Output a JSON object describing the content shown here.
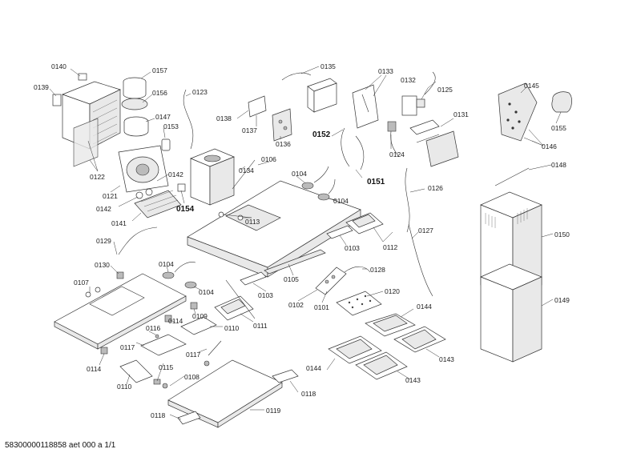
{
  "footer": "58300000118858 aet 000 a 1/1",
  "labels": {
    "l0140": "0140",
    "l0139": "0139",
    "l0157": "0157",
    "l0156": "0156",
    "l0147": "0147",
    "l0153": "0153",
    "l0123": "0123",
    "l0122": "0122",
    "l0121": "0121",
    "l0142a": "0142",
    "l0142b": "0142",
    "l0141": "0141",
    "l0154": "0154",
    "l0138": "0138",
    "l0137": "0137",
    "l0136": "0136",
    "l0135": "0135",
    "l0133": "0133",
    "l0132": "0132",
    "l0125": "0125",
    "l0131": "0131",
    "l0152": "0152",
    "l0124": "0124",
    "l0151": "0151",
    "l0134": "0134",
    "l0106": "0106",
    "l0104a": "0104",
    "l0104b": "0104",
    "l0113": "0113",
    "l0126": "0126",
    "l0112": "0112",
    "l0127": "0127",
    "l0103a": "0103",
    "l0103b": "0103",
    "l0128": "0128",
    "l0129": "0129",
    "l0130": "0130",
    "l0104c": "0104",
    "l0104d": "0104",
    "l0105": "0105",
    "l0102": "0102",
    "l0101": "0101",
    "l0107": "0107",
    "l0109": "0109",
    "l0111": "0111",
    "l0114a": "0114",
    "l0114b": "0114",
    "l0116": "0116",
    "l0117a": "0117",
    "l0117b": "0117",
    "l0110a": "0110",
    "l0110b": "0110",
    "l0115": "0115",
    "l0108": "0108",
    "l0118a": "0118",
    "l0118b": "0118",
    "l0119": "0119",
    "l0120": "0120",
    "l0144a": "0144",
    "l0144b": "0144",
    "l0143a": "0143",
    "l0143b": "0143",
    "l0145": "0145",
    "l0155": "0155",
    "l0146": "0146",
    "l0148": "0148",
    "l0150": "0150",
    "l0149": "0149"
  }
}
